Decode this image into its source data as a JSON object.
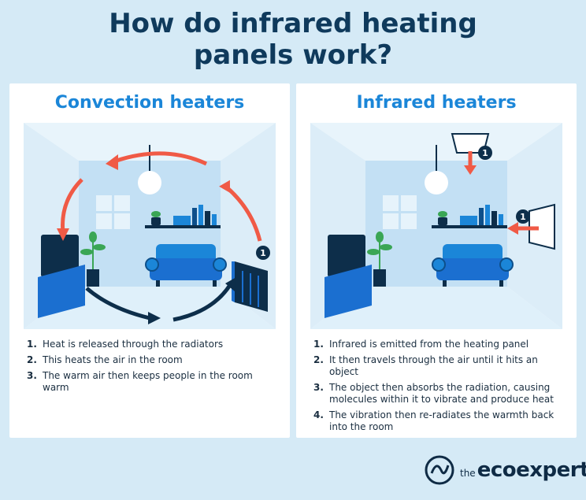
{
  "title_line1": "How do infrared heating",
  "title_line2": "panels work?",
  "colors": {
    "background": "#d5eaf6",
    "accent_blue": "#1b86d8",
    "navy": "#0f3a5c",
    "arrow_red": "#f05a46"
  },
  "convection": {
    "heading": "Convection heaters",
    "badge": "1",
    "steps": [
      {
        "num": "1.",
        "text": "Heat is released through the radiators"
      },
      {
        "num": "2.",
        "text": "This heats the air in the room"
      },
      {
        "num": "3.",
        "text": "The warm air then keeps people in the room warm"
      }
    ]
  },
  "infrared": {
    "heading": "Infrared heaters",
    "badge_top": "1",
    "badge_side": "1",
    "steps": [
      {
        "num": "1.",
        "text": "Infrared is emitted from the heating panel"
      },
      {
        "num": "2.",
        "text": "It then travels through the air until it hits an object"
      },
      {
        "num": "3.",
        "text": "The object then absorbs the radiation, causing molecules within it to vibrate and produce heat"
      },
      {
        "num": "4.",
        "text": "The vibration then re-radiates the warmth back into the room"
      }
    ]
  },
  "logo": {
    "prefix": "the",
    "name": "ecoexperts"
  }
}
